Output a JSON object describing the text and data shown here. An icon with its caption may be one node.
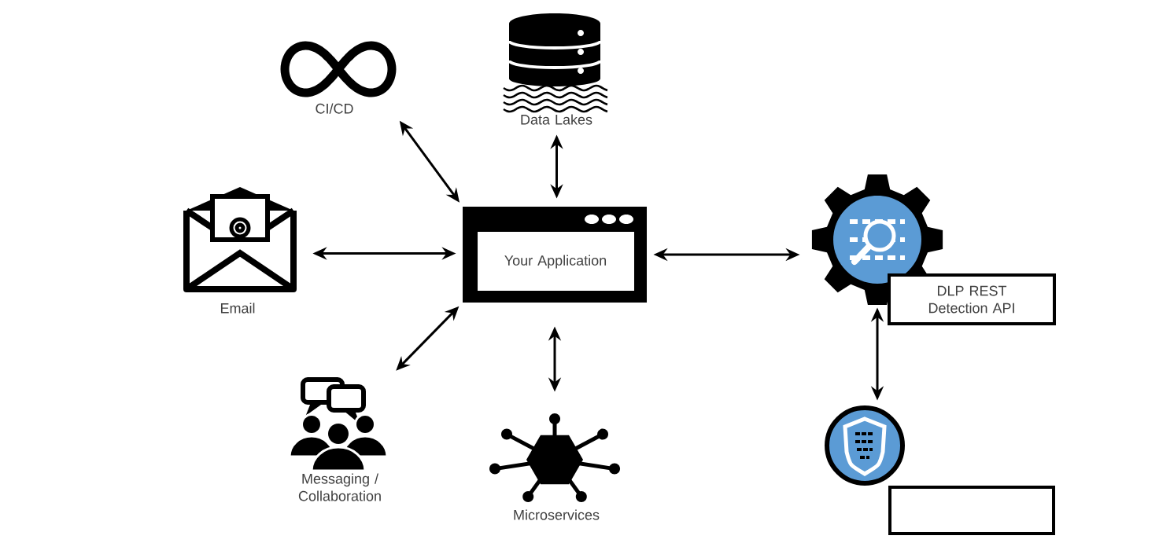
{
  "diagram": {
    "nodes": [
      {
        "text": [
          "CI/CD"
        ]
      },
      {
        "text": [
          "Data Lakes"
        ]
      },
      {
        "text": [
          "Email"
        ]
      },
      {
        "text": [
          "Your Application"
        ]
      },
      {
        "text": [
          "DLP REST Detection API"
        ]
      },
      {
        "text": [
          "Messaging / Collaboration"
        ]
      },
      {
        "text": [
          "Microservices"
        ]
      },
      {
        "text": [],
        "shape": "circle"
      },
      {
        "text": [],
        "shape": "box"
      }
    ],
    "edges": [
      {
        "from": 0,
        "to": 3,
        "arrow": "both"
      },
      {
        "from": 1,
        "to": 3,
        "arrow": "both"
      },
      {
        "from": 2,
        "to": 3,
        "arrow": "both"
      },
      {
        "from": 3,
        "to": 4,
        "arrow": "both"
      },
      {
        "from": 5,
        "to": 3,
        "arrow": "both"
      },
      {
        "from": 3,
        "to": 6,
        "arrow": "both"
      },
      {
        "from": 4,
        "to": 7,
        "arrow": "both"
      }
    ]
  }
}
